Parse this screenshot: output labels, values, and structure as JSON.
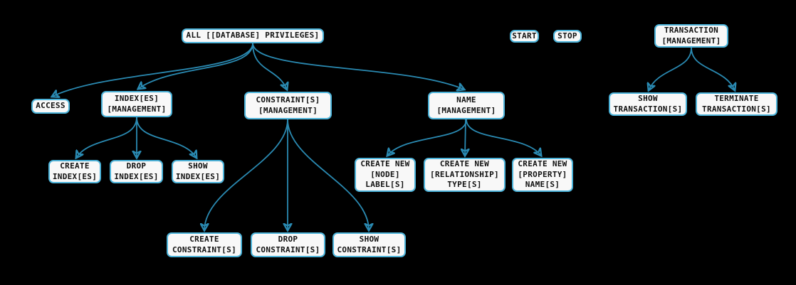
{
  "diagram": {
    "background_color": "#000000",
    "box_fill_color": "#f8f8f8",
    "box_border_color": "#4cb3d9",
    "edge_color": "#2a8ab2",
    "text_color": "#111111",
    "nodes": {
      "all_privileges": {
        "label": "ALL [[DATABASE] PRIVILEGES]"
      },
      "start": {
        "label": "START"
      },
      "stop": {
        "label": "STOP"
      },
      "transaction_management": {
        "label": "TRANSACTION\n[MANAGEMENT]"
      },
      "access": {
        "label": "ACCESS"
      },
      "index_management": {
        "label": "INDEX[ES]\n[MANAGEMENT]"
      },
      "constraint_management": {
        "label": "CONSTRAINT[S]\n[MANAGEMENT]"
      },
      "name_management": {
        "label": "NAME\n[MANAGEMENT]"
      },
      "show_transaction": {
        "label": "SHOW\nTRANSACTION[S]"
      },
      "terminate_transaction": {
        "label": "TERMINATE\nTRANSACTION[S]"
      },
      "create_index": {
        "label": "CREATE\nINDEX[ES]"
      },
      "drop_index": {
        "label": "DROP\nINDEX[ES]"
      },
      "show_index": {
        "label": "SHOW\nINDEX[ES]"
      },
      "create_new_node_label": {
        "label": "CREATE NEW\n[NODE]\nLABEL[S]"
      },
      "create_new_relationship_type": {
        "label": "CREATE NEW\n[RELATIONSHIP]\nTYPE[S]"
      },
      "create_new_property_name": {
        "label": "CREATE NEW\n[PROPERTY]\nNAME[S]"
      },
      "create_constraint": {
        "label": "CREATE\nCONSTRAINT[S]"
      },
      "drop_constraint": {
        "label": "DROP\nCONSTRAINT[S]"
      },
      "show_constraint": {
        "label": "SHOW\nCONSTRAINT[S]"
      }
    },
    "edges": [
      {
        "from": "all_privileges",
        "to": "access"
      },
      {
        "from": "all_privileges",
        "to": "index_management"
      },
      {
        "from": "all_privileges",
        "to": "constraint_management"
      },
      {
        "from": "all_privileges",
        "to": "name_management"
      },
      {
        "from": "index_management",
        "to": "create_index"
      },
      {
        "from": "index_management",
        "to": "drop_index"
      },
      {
        "from": "index_management",
        "to": "show_index"
      },
      {
        "from": "constraint_management",
        "to": "create_constraint"
      },
      {
        "from": "constraint_management",
        "to": "drop_constraint"
      },
      {
        "from": "constraint_management",
        "to": "show_constraint"
      },
      {
        "from": "name_management",
        "to": "create_new_node_label"
      },
      {
        "from": "name_management",
        "to": "create_new_relationship_type"
      },
      {
        "from": "name_management",
        "to": "create_new_property_name"
      },
      {
        "from": "transaction_management",
        "to": "show_transaction"
      },
      {
        "from": "transaction_management",
        "to": "terminate_transaction"
      }
    ]
  }
}
